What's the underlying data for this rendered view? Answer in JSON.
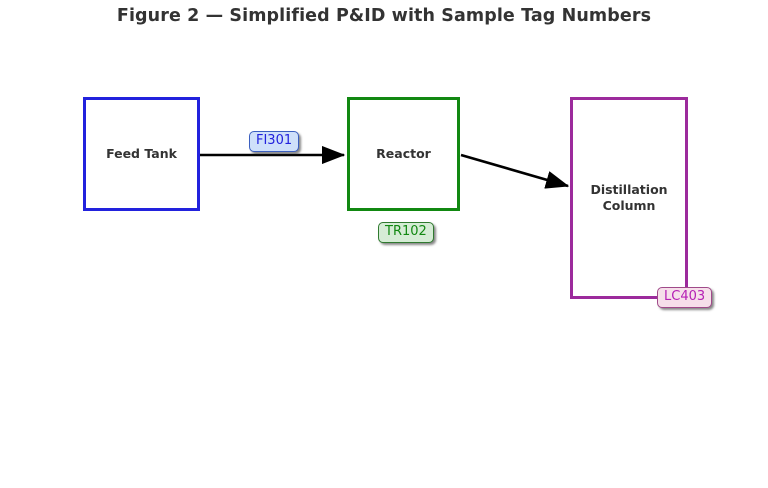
{
  "figure": {
    "title": "Figure 2 — Simplified P&ID with Sample Tag Numbers",
    "background_color": "#ffffff",
    "text_color": "#333333"
  },
  "equipment": [
    {
      "id": "feed-tank",
      "label": "Feed Tank",
      "color": "#2222dd",
      "shape": "rectangle"
    },
    {
      "id": "reactor",
      "label": "Reactor",
      "color": "#118811",
      "shape": "rectangle"
    },
    {
      "id": "distillation-column",
      "label": "Distillation\nColumn",
      "color": "#9c2a9c",
      "shape": "rectangle"
    }
  ],
  "tags": [
    {
      "id": "fi301",
      "text": "FI301",
      "text_color": "#2222dd",
      "fill_color": "#cfe0fa",
      "border_color": "#3b5fc0",
      "attached_to": "feed-tank-to-reactor-line"
    },
    {
      "id": "tr102",
      "text": "TR102",
      "text_color": "#118811",
      "fill_color": "#d5ecd5",
      "border_color": "#2f7a2f",
      "attached_to": "reactor"
    },
    {
      "id": "lc403",
      "text": "LC403",
      "text_color": "#b520b5",
      "fill_color": "#f6dfea",
      "border_color": "#a04a8a",
      "attached_to": "distillation-column"
    }
  ],
  "flows": [
    {
      "id": "feed-to-reactor",
      "from": "feed-tank",
      "to": "reactor",
      "style": "straight-horizontal",
      "color": "#000000"
    },
    {
      "id": "reactor-to-column",
      "from": "reactor",
      "to": "distillation-column",
      "style": "diagonal",
      "color": "#000000"
    }
  ]
}
